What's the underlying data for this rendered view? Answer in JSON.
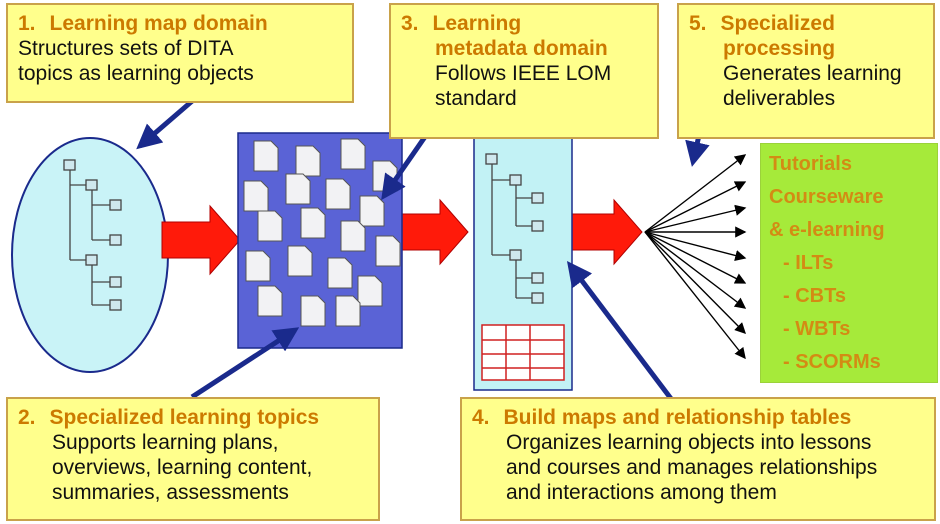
{
  "colors": {
    "callout_bg": "#ffff8c",
    "callout_border": "#c9a24a",
    "title_text": "#cc7a00",
    "map_oval_fill": "#c9f3f7",
    "topics_block_fill": "#5a63d6",
    "metadata_panel_fill": "#c2f2f5",
    "deliverables_fill": "#a6ea3a",
    "deliverables_text": "#d38b14",
    "flow_arrow_fill": "#ff1a0a",
    "pointer_arrow": "#1a2a8c",
    "table_grid": "#d02020"
  },
  "callouts": {
    "c1": {
      "number": "1.",
      "title": "Learning map domain",
      "lines": [
        "Structures sets of DITA",
        "topics as learning objects"
      ]
    },
    "c2": {
      "number": "2.",
      "title": "Specialized learning topics",
      "lines": [
        "Supports learning plans,",
        "overviews, learning content,",
        "summaries, assessments"
      ]
    },
    "c3": {
      "number": "3.",
      "title_lines": [
        "Learning",
        "metadata domain"
      ],
      "lines": [
        "Follows IEEE LOM",
        "standard"
      ]
    },
    "c4": {
      "number": "4.",
      "title": "Build maps and relationship tables",
      "lines": [
        "Organizes learning objects into lessons",
        "and courses and manages relationships",
        "and interactions among them"
      ]
    },
    "c5": {
      "number": "5.",
      "title_lines": [
        "Specialized",
        "processing"
      ],
      "lines": [
        "Generates learning",
        "deliverables"
      ]
    }
  },
  "deliverables": {
    "items": [
      "Tutorials",
      "Courseware",
      "& e-learning",
      "- ILTs",
      "- CBTs",
      "- WBTs",
      "- SCORMs"
    ]
  },
  "icons": [
    "map-tree-icon",
    "topic-document-icon",
    "relationship-table-icon",
    "flow-arrow-icon",
    "pointer-arrow-icon"
  ]
}
